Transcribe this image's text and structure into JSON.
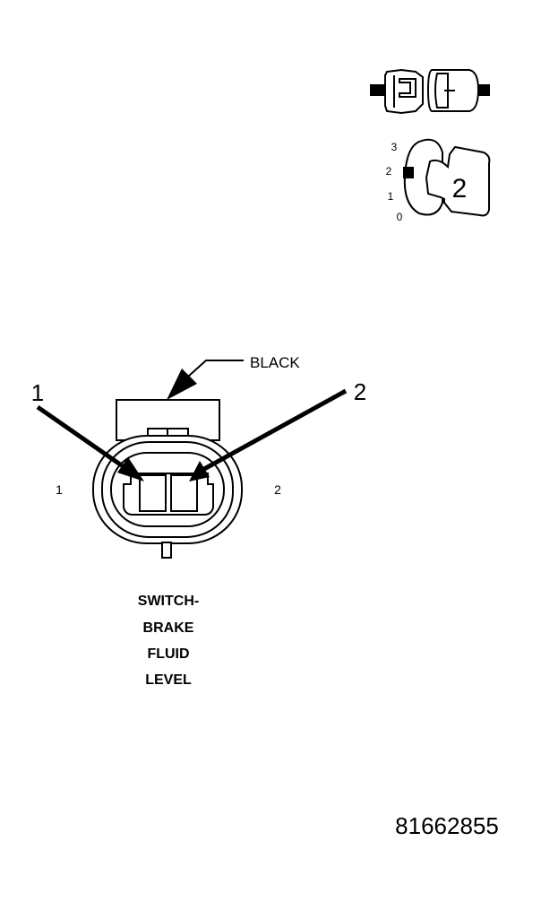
{
  "icon": {
    "name": "connector-view-icon",
    "scale_labels": [
      "3",
      "2",
      "1",
      "0"
    ],
    "key_number": "2"
  },
  "connector": {
    "color_label": "BLACK",
    "callout_left": "1",
    "callout_right": "2",
    "cavity_left": "1",
    "cavity_right": "2"
  },
  "caption": {
    "line1": "SWITCH-",
    "line2": "BRAKE",
    "line3": "FLUID",
    "line4": "LEVEL"
  },
  "figure_id": "81662855"
}
